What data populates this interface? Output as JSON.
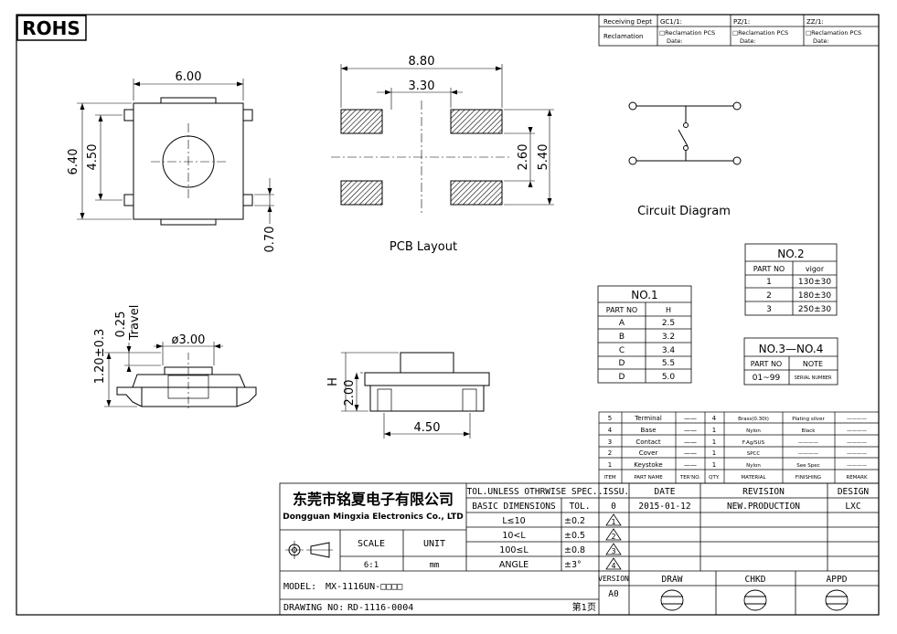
{
  "rohs": "ROHS",
  "header": {
    "receiving_dept": "Receiving Dept",
    "gc": "GC1/1:",
    "pz": "PZ/1:",
    "zz": "ZZ/1:",
    "reclamation": "Reclamation",
    "recl_cell": "□Reclamation  PCS",
    "date": "Date:"
  },
  "drawing": {
    "top_width": "6.00",
    "top_height": "6.40",
    "top_inner": "4.50",
    "top_pin": "0.70",
    "pcb_width": "8.80",
    "pcb_inner": "3.30",
    "pcb_h1": "2.60",
    "pcb_h2": "5.40",
    "pcb_label": "PCB Layout",
    "circuit_label": "Circuit Diagram",
    "side_total": "1.20±0.3",
    "side_travel_val": "0.25",
    "side_travel": "Travel",
    "side_dia": "ø3.00",
    "front_h": "H",
    "front_height": "2.00",
    "front_width": "4.50"
  },
  "table_no1": {
    "title": "NO.1",
    "headers": [
      "PART NO",
      "H"
    ],
    "rows": [
      [
        "A",
        "2.5"
      ],
      [
        "B",
        "3.2"
      ],
      [
        "C",
        "3.4"
      ],
      [
        "D",
        "5.5"
      ],
      [
        "D",
        "5.0"
      ]
    ]
  },
  "table_no2": {
    "title": "NO.2",
    "headers": [
      "PART NO",
      "vigor"
    ],
    "rows": [
      [
        "1",
        "130±30"
      ],
      [
        "2",
        "180±30"
      ],
      [
        "3",
        "250±30"
      ]
    ]
  },
  "table_no3": {
    "title": "NO.3—NO.4",
    "headers": [
      "PART NO",
      "NOTE"
    ],
    "rows": [
      [
        "01~99",
        "SERIAL NUMBER"
      ]
    ]
  },
  "bom": {
    "rows": [
      [
        "5",
        "Terminal",
        "——",
        "4",
        "Brass(0.30t)",
        "Plating silver",
        "————"
      ],
      [
        "4",
        "Base",
        "——",
        "1",
        "Nylon",
        "Black",
        "————"
      ],
      [
        "3",
        "Contact",
        "——",
        "1",
        "F.Ag/SUS",
        "————",
        "————"
      ],
      [
        "2",
        "Cover",
        "——",
        "1",
        "SPCC",
        "————",
        "————"
      ],
      [
        "1",
        "Keystoke",
        "——",
        "1",
        "Nylon",
        "See Spec",
        "————"
      ]
    ],
    "headers": [
      "ITEM",
      "PART NAME",
      "TER'NO.",
      "QTY.",
      "MATERIAL",
      "FINISHING",
      "REMARK"
    ]
  },
  "title_block": {
    "company_cn": "东莞市铭夏电子有限公司",
    "company_en": "Dongguan Mingxia Electronics Co., LTD",
    "tol_spec": "TOL.UNLESS OTHRWISE SPEC.",
    "basic_dim": "BASIC DIMENSIONS",
    "tol": "TOL.",
    "tol_rows": [
      [
        "L≤10",
        "±0.2"
      ],
      [
        "10<L",
        "±0.5"
      ],
      [
        "100≤L",
        "±0.8"
      ],
      [
        "ANGLE",
        "±3°"
      ]
    ],
    "scale": "SCALE",
    "unit": "UNIT",
    "scale_val": "6:1",
    "unit_val": "mm",
    "issu": ".ISSU.",
    "date": "DATE",
    "revision": "REVISION",
    "design": "DESIGN",
    "issu_val": "0",
    "date_val": "2015-01-12",
    "revision_val": "NEW.PRODUCTION",
    "design_val": "LXC",
    "triangles": [
      "1",
      "2",
      "3",
      "4"
    ],
    "model_label": "MODEL:",
    "model_val": "MX-1116UN-□□□□",
    "drawing_no_label": "DRAWING NO:",
    "drawing_no_val": "RD-1116-0004",
    "page": "第1页",
    "version": "VERSION",
    "version_val": "A0",
    "draw": "DRAW",
    "chkd": "CHKD",
    "appd": "APPD"
  }
}
